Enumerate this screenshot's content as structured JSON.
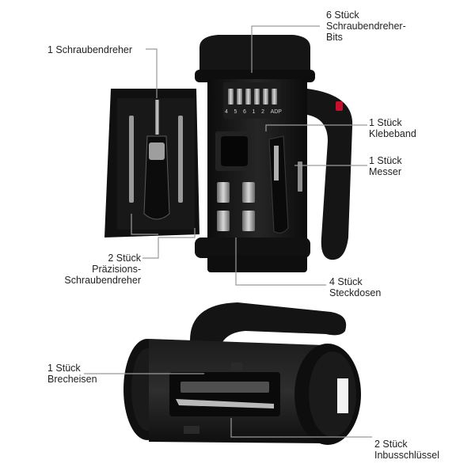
{
  "labels": {
    "bits": [
      "6 Stück",
      "Schraubendreher-",
      "Bits"
    ],
    "screwdriver": [
      "1 Schraubendreher"
    ],
    "tape": [
      "1 Stück",
      "Klebeband"
    ],
    "knife": [
      "1 Stück",
      "Messer"
    ],
    "precision": [
      "2 Stück",
      "Präzisions-",
      "Schraubendreher"
    ],
    "sockets": [
      "4 Stück",
      "Steckdosen"
    ],
    "crowbar": [
      "1 Stück",
      "Brecheisen"
    ],
    "hex": [
      "2 Stück",
      "Inbusschlüssel"
    ]
  },
  "bit_markings": [
    "4",
    "5",
    "6",
    "1",
    "2",
    "ADP"
  ],
  "colors": {
    "body": "#141414",
    "line": "#9a9a9a",
    "accent_red": "#c8102e"
  }
}
